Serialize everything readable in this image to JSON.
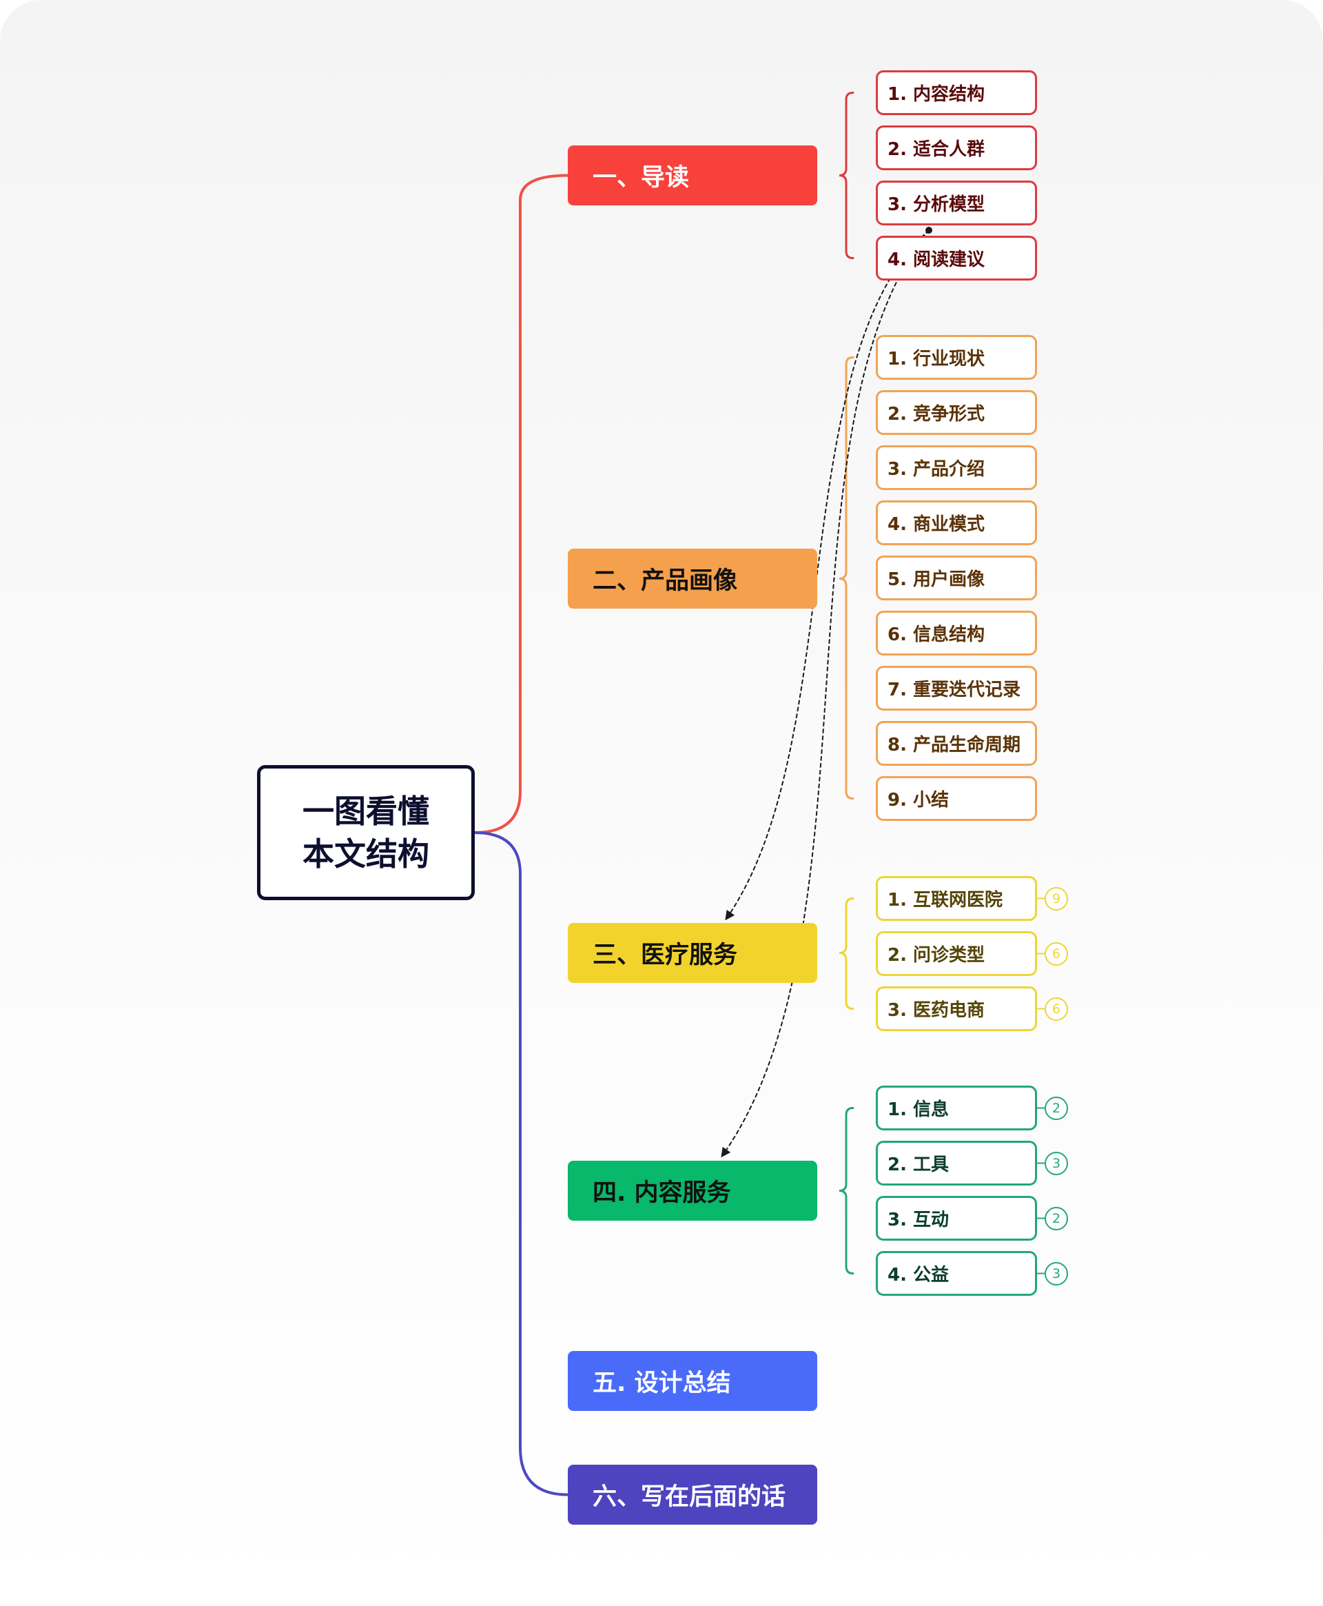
{
  "root": {
    "line1": "一图看懂",
    "line2": "本文结构"
  },
  "sections": [
    {
      "label": "一、导读",
      "color": "#f8413b",
      "text_color": "#ffffff",
      "leaf_border": "#dc3b3d",
      "leaf_text": "#5a0a0a",
      "children": [
        {
          "label": "1. 内容结构"
        },
        {
          "label": "2. 适合人群"
        },
        {
          "label": "3. 分析模型"
        },
        {
          "label": "4. 阅读建议"
        }
      ]
    },
    {
      "label": "二、产品画像",
      "color": "#f5a04c",
      "text_color": "#111111",
      "leaf_border": "#f0a455",
      "leaf_text": "#5a3206",
      "children": [
        {
          "label": "1. 行业现状"
        },
        {
          "label": "2. 竞争形式"
        },
        {
          "label": "3. 产品介绍"
        },
        {
          "label": "4. 商业模式"
        },
        {
          "label": "5. 用户画像"
        },
        {
          "label": "6. 信息结构"
        },
        {
          "label": "7. 重要迭代记录"
        },
        {
          "label": "8. 产品生命周期"
        },
        {
          "label": "9. 小结"
        }
      ]
    },
    {
      "label": "三、医疗服务",
      "color": "#f2d32c",
      "text_color": "#111111",
      "leaf_border": "#efd534",
      "leaf_text": "#544406",
      "children": [
        {
          "label": "1. 互联网医院",
          "badge": "9"
        },
        {
          "label": "2. 问诊类型",
          "badge": "6"
        },
        {
          "label": "3. 医药电商",
          "badge": "6"
        }
      ]
    },
    {
      "label": "四. 内容服务",
      "color": "#08b86b",
      "text_color": "#111111",
      "leaf_border": "#23a77a",
      "leaf_text": "#0c3d2e",
      "children": [
        {
          "label": "1. 信息",
          "badge": "2"
        },
        {
          "label": "2. 工具",
          "badge": "3"
        },
        {
          "label": "3. 互动",
          "badge": "2"
        },
        {
          "label": "4. 公益",
          "badge": "3"
        }
      ]
    },
    {
      "label": "五. 设计总结",
      "color": "#4a6bfa",
      "text_color": "#ffffff",
      "children": []
    },
    {
      "label": "六、写在后面的话",
      "color": "#4e44c0",
      "text_color": "#ffffff",
      "children": []
    }
  ],
  "connector_colors": {
    "upper": "#f15048",
    "lower": "#4e4ac0"
  }
}
